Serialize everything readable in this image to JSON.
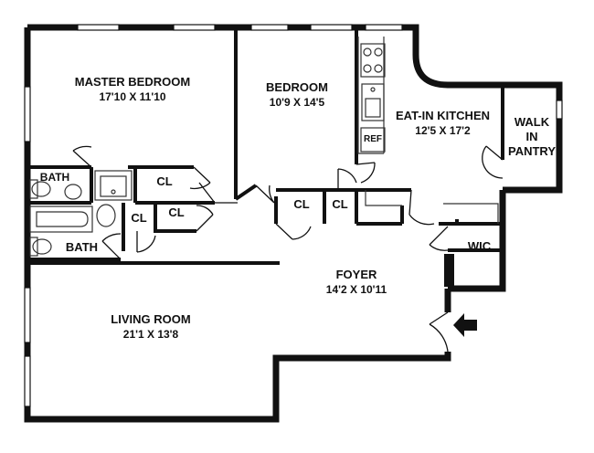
{
  "rooms": {
    "master_bedroom": {
      "name": "MASTER BEDROOM",
      "dims": "17'10 X 11'10"
    },
    "bedroom": {
      "name": "BEDROOM",
      "dims": "10'9 X 14'5"
    },
    "kitchen": {
      "name": "EAT-IN KITCHEN",
      "dims": "12'5 X 17'2"
    },
    "pantry": {
      "line1": "WALK",
      "line2": "IN",
      "line3": "PANTRY"
    },
    "foyer": {
      "name": "FOYER",
      "dims": "14'2 X 10'11"
    },
    "living_room": {
      "name": "LIVING ROOM",
      "dims": "21'1 X 13'8"
    }
  },
  "labels": {
    "bath_upper": "BATH",
    "bath_lower": "BATH",
    "closet": "CL",
    "wic": "WIC",
    "ref": "REF"
  },
  "colors": {
    "wall": "#111111",
    "fixture": "#333333",
    "background": "#ffffff"
  }
}
